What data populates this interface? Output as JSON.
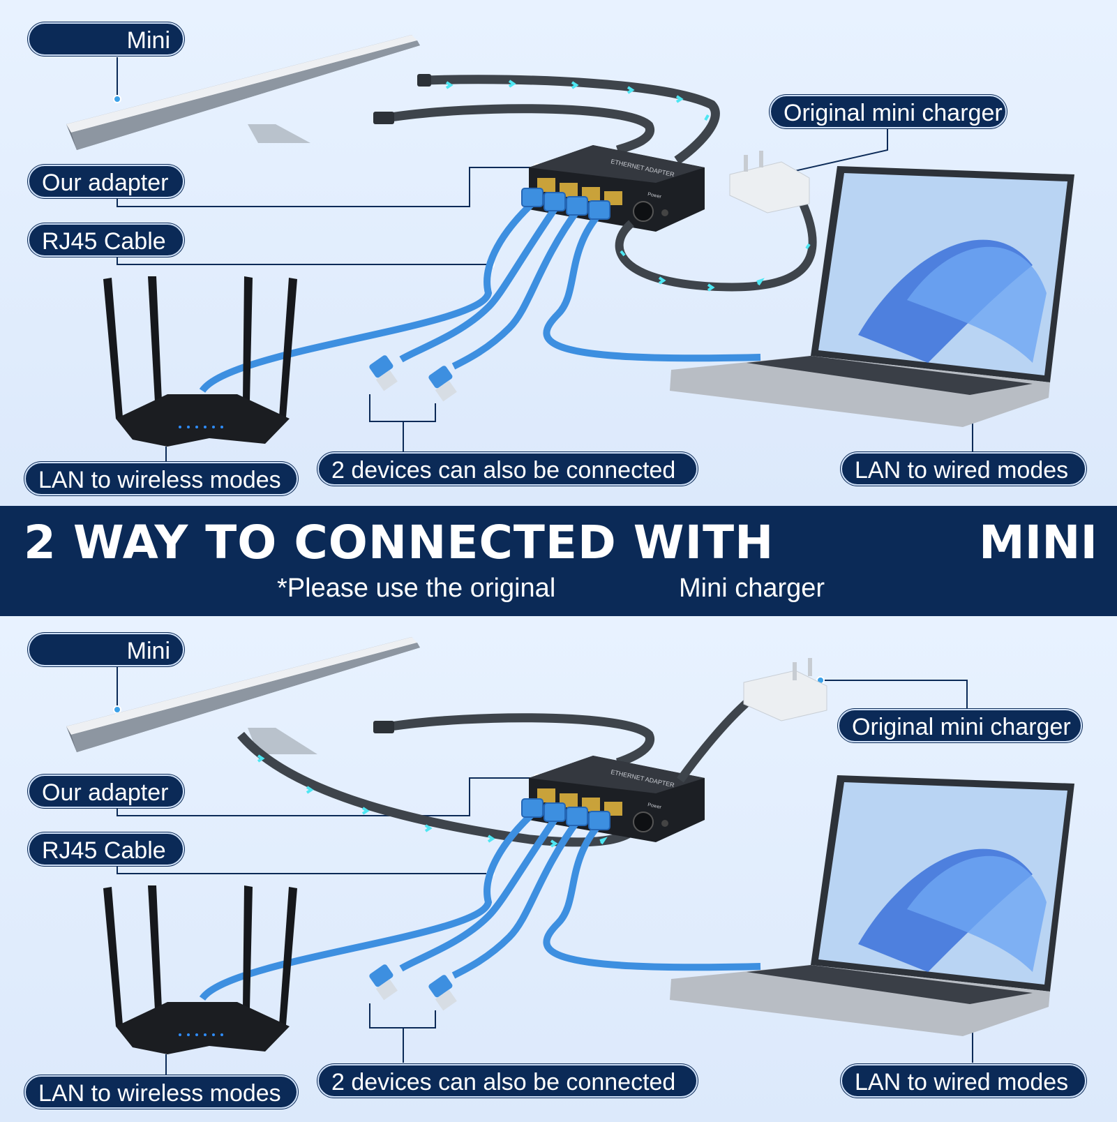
{
  "panels": [
    {
      "mini": "Mini",
      "adapter": "Our adapter",
      "cable": "RJ45 Cable",
      "charger": "Original mini charger",
      "wireless": "LAN to wireless modes",
      "devices": "2 devices can also be connected",
      "wired": "LAN to wired modes",
      "adapter_text": "ETHERNET ADAPTER",
      "power_text": "Power"
    },
    {
      "mini": "Mini",
      "adapter": "Our adapter",
      "cable": "RJ45 Cable",
      "charger": "Original mini charger",
      "wireless": "LAN to wireless modes",
      "devices": "2 devices can also be connected",
      "wired": "LAN to wired modes",
      "adapter_text": "ETHERNET ADAPTER",
      "power_text": "Power"
    }
  ],
  "banner": {
    "title_left": "2 WAY TO CONNECTED WITH",
    "title_right": "MINI",
    "note_left": "*Please use the original",
    "note_right": "Mini charger"
  },
  "colors": {
    "navy": "#0b2a57",
    "cable_blue": "#3d8fe0",
    "cable_dark": "#444a52",
    "led_cyan": "#4ee6f2"
  }
}
